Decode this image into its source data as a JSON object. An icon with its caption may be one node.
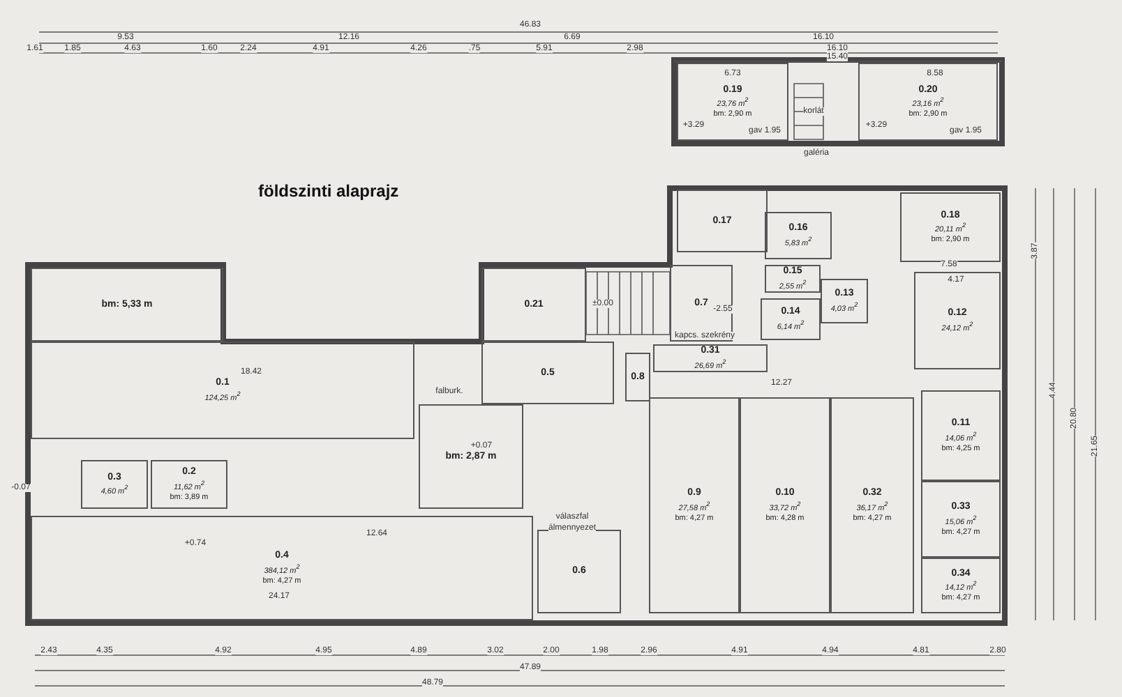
{
  "diagram": {
    "title": "földszinti alaprajz",
    "nodes": [
      {
        "text": [
          "0.19",
          "23,76 m$^{2}$",
          "bm: 2,90 m"
        ]
      },
      {
        "text": [
          "0.20",
          "23,16 m$^{2}$",
          "bm: 2,90 m"
        ]
      },
      {
        "text": [
          "bm: 5,33 m"
        ]
      },
      {
        "text": [
          "0.1",
          "124,25 m$^{2}$"
        ]
      },
      {
        "text": [
          "0.21"
        ]
      },
      {
        "text": [
          "0.7"
        ]
      },
      {
        "text": [
          "0.17"
        ]
      },
      {
        "text": [
          "0.16",
          "5,83 m$^{2}$"
        ]
      },
      {
        "text": [
          "0.15",
          "2,55 m$^{2}$"
        ]
      },
      {
        "text": [
          "0.13",
          "4,03 m$^{2}$"
        ]
      },
      {
        "text": [
          "0.14",
          "6,14 m$^{2}$"
        ]
      },
      {
        "text": [
          "0.18",
          "20,11 m$^{2}$",
          "bm: 2,90 m"
        ]
      },
      {
        "text": [
          "0.12",
          "24,12 m$^{2}$"
        ]
      },
      {
        "text": [
          "0.5"
        ]
      },
      {
        "text": [
          "0.8"
        ]
      },
      {
        "text": [
          "0.31",
          "26,69 m$^{2}$"
        ]
      },
      {
        "text": [
          "bm: 2,87 m"
        ]
      },
      {
        "text": [
          "0.3",
          "4,60 m$^{2}$"
        ]
      },
      {
        "text": [
          "0.2",
          "11,62 m$^{2}$",
          "bm: 3,89 m"
        ]
      },
      {
        "text": [
          "0.9",
          "27,58 m$^{2}$",
          "bm: 4,27 m"
        ]
      },
      {
        "text": [
          "0.10",
          "33,72 m$^{2}$",
          "bm: 4,28 m"
        ]
      },
      {
        "text": [
          "0.32",
          "36,17 m$^{2}$",
          "bm: 4,27 m"
        ]
      },
      {
        "text": [
          "0.11",
          "14,06 m$^{2}$",
          "bm: 4,25 m"
        ]
      },
      {
        "text": [
          "0.33",
          "15,06 m$^{2}$",
          "bm: 4,27 m"
        ]
      },
      {
        "text": [
          "0.34",
          "14,12 m$^{2}$",
          "bm: 4,27 m"
        ]
      },
      {
        "text": [
          "0.4",
          "384,12 m$^{2}$",
          "bm: 4,27 m"
        ]
      },
      {
        "text": [
          "0.6"
        ]
      }
    ],
    "labels": [
      "46.83",
      "9.53",
      "12.16",
      "6.69",
      "16.10",
      "1.61",
      "1.85",
      "4.63",
      "1.60",
      "2.24",
      "4.91",
      "4.26",
      ".75",
      "5.91",
      "2.98",
      "16.10",
      "15.40",
      "6.73",
      "8.58",
      "gav 1.95",
      "gav 1.95",
      "+3.29",
      "+3.29",
      "galéria",
      "korlát",
      "2.43",
      "4.35",
      "4.92",
      "4.95",
      "4.89",
      "3.02",
      "2.00",
      "1.98",
      "2.96",
      "4.91",
      "4.94",
      "4.81",
      "2.80",
      "47.89",
      "48.79",
      "3.87",
      "4.44",
      "20.80",
      "21.65",
      "kapcs. szekrény",
      "falburk.",
      "válaszfal",
      "álmennyezet",
      "±0.00",
      "-2.55",
      "+0.07",
      "+0.74",
      "-0.07",
      "18.42",
      "24.17",
      "12.64",
      "12.27",
      "7.58",
      "4.17"
    ]
  }
}
